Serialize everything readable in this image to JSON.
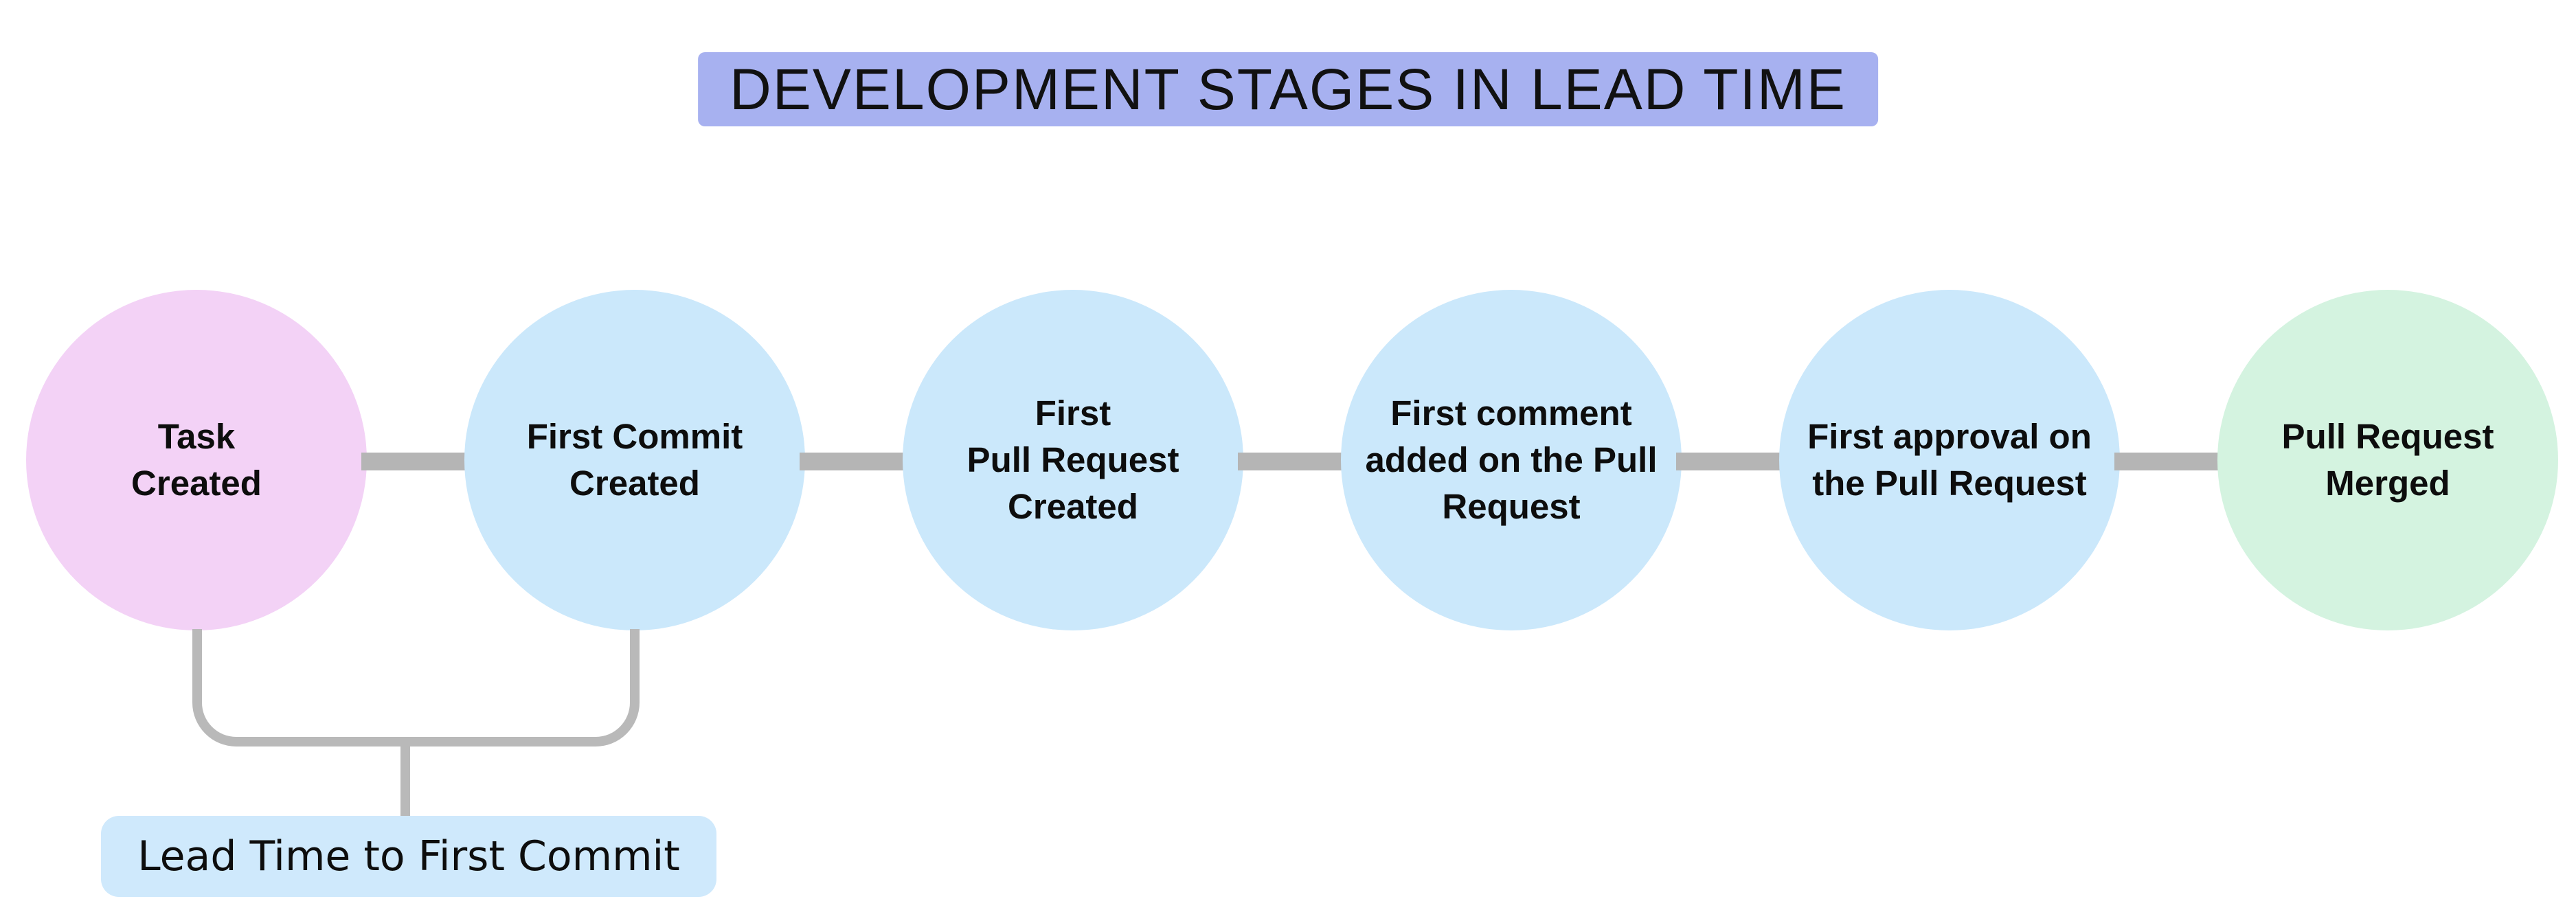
{
  "title": {
    "text": "DEVELOPMENT STAGES IN LEAD TIME",
    "background_color": "#a7b1f0"
  },
  "stages": [
    {
      "label": "Task\nCreated",
      "color": "#f3d2f6"
    },
    {
      "label": "First Commit\nCreated",
      "color": "#cbe8fb"
    },
    {
      "label": "First\nPull Request\nCreated",
      "color": "#cbe8fb"
    },
    {
      "label": "First comment\nadded on the Pull\nRequest",
      "color": "#cbe8fb"
    },
    {
      "label": "First approval on\nthe Pull Request",
      "color": "#cbe8fb"
    },
    {
      "label": "Pull Request\nMerged",
      "color": "#d4f3e0"
    }
  ],
  "annotation": {
    "label": "Lead Time to First Commit",
    "background_color": "#cfe9fc",
    "bracket_from_stage": 0,
    "bracket_to_stage": 1
  },
  "connector_color": "#b5b5b5"
}
